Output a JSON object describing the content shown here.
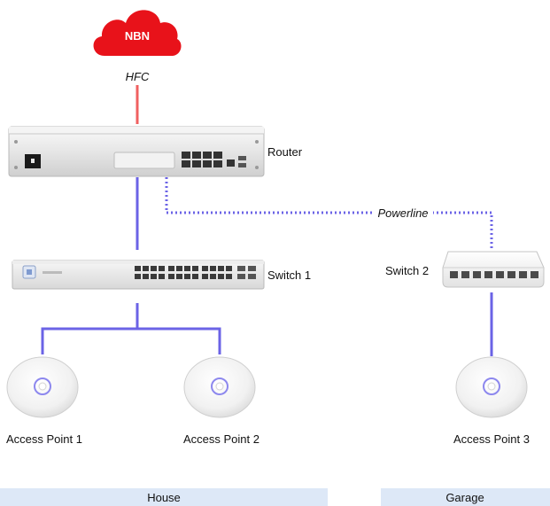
{
  "cloud": {
    "label": "NBN",
    "color": "#e8121a"
  },
  "links": {
    "uplink_label": "HFC",
    "powerline_label": "Powerline",
    "uplink_color": "#f06060",
    "lan_color": "#6b63e6"
  },
  "devices": {
    "router": "Router",
    "switch1": "Switch 1",
    "switch2": "Switch 2",
    "ap1": "Access Point 1",
    "ap2": "Access Point 2",
    "ap3": "Access Point 3"
  },
  "zones": {
    "house": "House",
    "garage": "Garage",
    "zone_color": "#dde8f7"
  }
}
